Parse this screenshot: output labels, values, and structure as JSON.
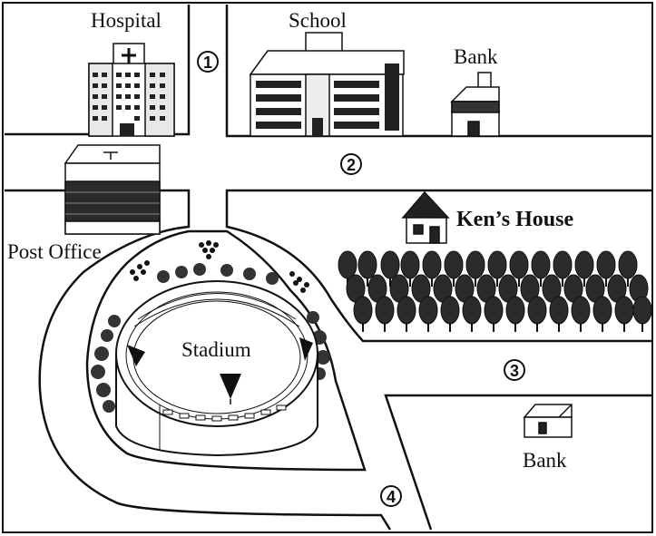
{
  "map": {
    "labels": {
      "hospital": "Hospital",
      "school": "School",
      "bank_top": "Bank",
      "post_office": "Post Office",
      "kens_house": "Ken’s House",
      "stadium": "Stadium",
      "bank_bottom": "Bank"
    },
    "route_markers": {
      "m1": "1",
      "m2": "2",
      "m3": "3",
      "m4": "4"
    },
    "icons": {
      "hospital": "hospital-building-icon",
      "school": "school-building-icon",
      "bank_top": "bank-building-icon",
      "post_office": "post-office-building-icon",
      "house": "house-icon",
      "stadium": "stadium-icon",
      "trees": "tree-icon",
      "bank_bottom": "bank-building-icon"
    },
    "colors": {
      "ink": "#111111",
      "paper": "#ffffff"
    }
  }
}
